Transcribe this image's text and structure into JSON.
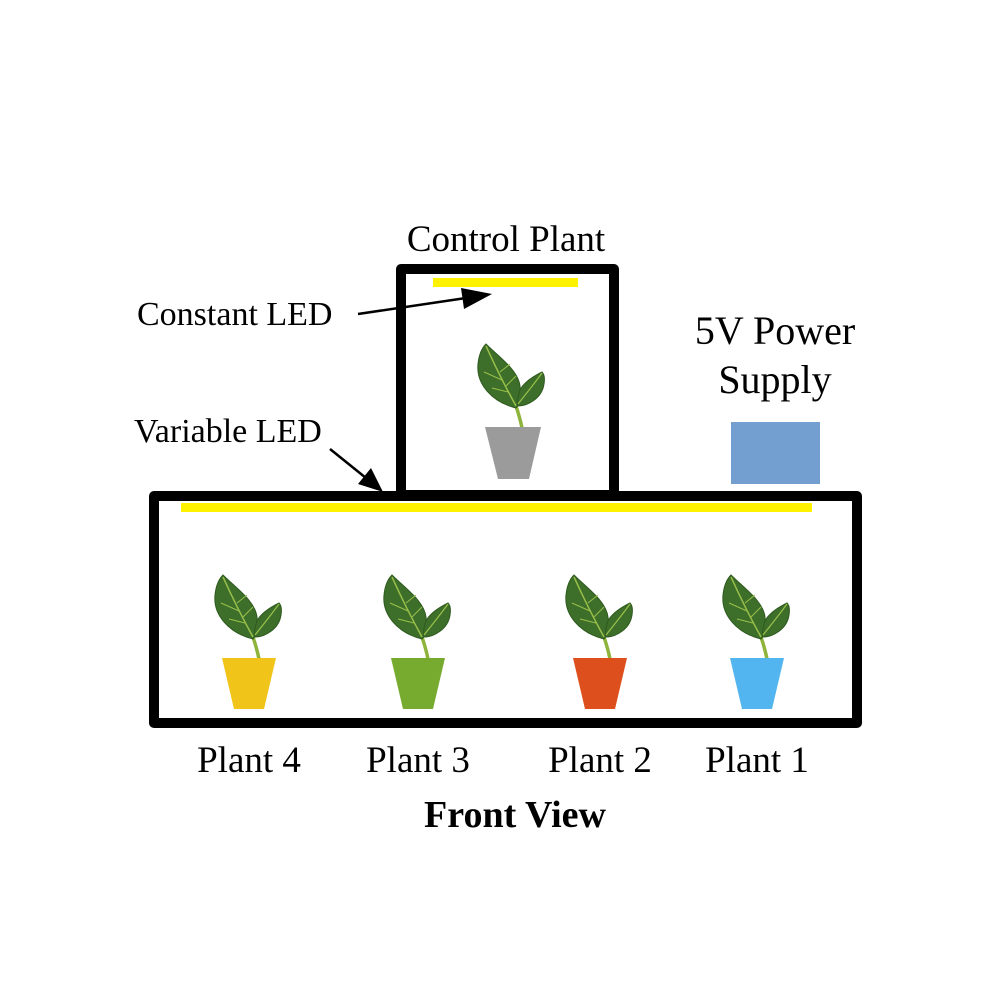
{
  "labels": {
    "control_plant": "Control Plant",
    "constant_led": "Constant LED",
    "variable_led": "Variable LED",
    "power_supply_line1": "5V Power",
    "power_supply_line2": "Supply",
    "view_title": "Front View"
  },
  "plants": [
    {
      "label": "Plant 4",
      "pot_color": "#f0c419"
    },
    {
      "label": "Plant 3",
      "pot_color": "#77ab2f"
    },
    {
      "label": "Plant 2",
      "pot_color": "#dd4f1c"
    },
    {
      "label": "Plant 1",
      "pot_color": "#52b5ef"
    }
  ],
  "control_pot_color": "#9b9b9b",
  "colors": {
    "led": "#fff200",
    "frame": "#000000",
    "power_supply": "#729fcf",
    "leaf_dark": "#2f5a1f",
    "leaf": "#3d6f2a",
    "leaf_vein": "#9ac04a",
    "stem": "#8fb43c"
  }
}
